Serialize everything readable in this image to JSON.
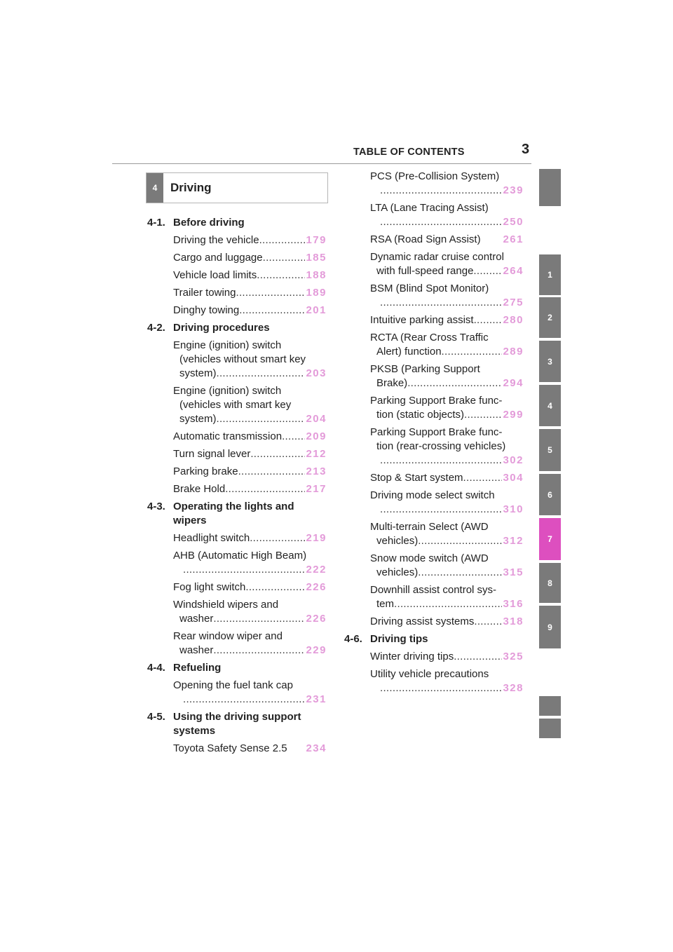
{
  "header": {
    "title": "TABLE OF CONTENTS",
    "page_number": "3"
  },
  "chapter": {
    "number": "4",
    "title": "Driving"
  },
  "column1": [
    {
      "kind": "section",
      "num": "4-1.",
      "title": "Before driving"
    },
    {
      "kind": "entry",
      "lines": [
        {
          "text": "Driving the vehicle",
          "page": "179"
        }
      ]
    },
    {
      "kind": "entry",
      "lines": [
        {
          "text": "Cargo and luggage ",
          "page": "185"
        }
      ]
    },
    {
      "kind": "entry",
      "lines": [
        {
          "text": "Vehicle load limits ",
          "page": "188"
        }
      ]
    },
    {
      "kind": "entry",
      "lines": [
        {
          "text": "Trailer towing ",
          "page": "189"
        }
      ]
    },
    {
      "kind": "entry",
      "lines": [
        {
          "text": "Dinghy towing ",
          "page": "201"
        }
      ]
    },
    {
      "kind": "section",
      "num": "4-2.",
      "title": "Driving procedures"
    },
    {
      "kind": "entry",
      "lines": [
        {
          "text": "Engine (ignition) switch"
        },
        {
          "text": "(vehicles without smart key",
          "style": "sub"
        },
        {
          "text": "system)",
          "page": "203",
          "style": "sub"
        }
      ]
    },
    {
      "kind": "entry",
      "lines": [
        {
          "text": "Engine (ignition) switch"
        },
        {
          "text": "(vehicles with smart key",
          "style": "sub"
        },
        {
          "text": "system)",
          "page": "204",
          "style": "sub"
        }
      ]
    },
    {
      "kind": "entry",
      "lines": [
        {
          "text": "Automatic transmission ",
          "page": "209"
        }
      ]
    },
    {
      "kind": "entry",
      "lines": [
        {
          "text": "Turn signal lever ",
          "page": "212"
        }
      ]
    },
    {
      "kind": "entry",
      "lines": [
        {
          "text": "Parking brake ",
          "page": "213"
        }
      ]
    },
    {
      "kind": "entry",
      "lines": [
        {
          "text": "Brake Hold ",
          "page": "217"
        }
      ]
    },
    {
      "kind": "section",
      "num": "4-3.",
      "title": "Operating the lights and wipers"
    },
    {
      "kind": "entry",
      "lines": [
        {
          "text": "Headlight switch ",
          "page": "219"
        }
      ]
    },
    {
      "kind": "entry",
      "lines": [
        {
          "text": "AHB (Automatic High Beam)"
        },
        {
          "text": "",
          "page": "222",
          "style": "deep"
        }
      ]
    },
    {
      "kind": "entry",
      "lines": [
        {
          "text": "Fog light switch ",
          "page": "226"
        }
      ]
    },
    {
      "kind": "entry",
      "lines": [
        {
          "text": "Windshield wipers and"
        },
        {
          "text": "washer",
          "page": "226",
          "style": "sub"
        }
      ]
    },
    {
      "kind": "entry",
      "lines": [
        {
          "text": "Rear window wiper and"
        },
        {
          "text": "washer",
          "page": "229",
          "style": "sub"
        }
      ]
    },
    {
      "kind": "section",
      "num": "4-4.",
      "title": "Refueling"
    },
    {
      "kind": "entry",
      "lines": [
        {
          "text": "Opening the fuel tank cap"
        },
        {
          "text": "",
          "page": "231",
          "style": "deep"
        }
      ]
    },
    {
      "kind": "section",
      "num": "4-5.",
      "title": "Using the driving support systems"
    },
    {
      "kind": "entry",
      "lines": [
        {
          "text": "Toyota Safety Sense 2.5",
          "page": "234",
          "nodots": true
        }
      ]
    }
  ],
  "column2": [
    {
      "kind": "entry",
      "lines": [
        {
          "text": "PCS (Pre-Collision System)"
        },
        {
          "text": "",
          "page": "239",
          "style": "deep"
        }
      ]
    },
    {
      "kind": "entry",
      "lines": [
        {
          "text": "LTA (Lane Tracing Assist)"
        },
        {
          "text": "",
          "page": "250",
          "style": "deep"
        }
      ]
    },
    {
      "kind": "entry",
      "lines": [
        {
          "text": "RSA (Road Sign Assist) ",
          "page": "261",
          "nodots": true
        }
      ]
    },
    {
      "kind": "entry",
      "lines": [
        {
          "text": "Dynamic radar cruise control"
        },
        {
          "text": "with full-speed range ",
          "page": "264",
          "style": "sub"
        }
      ]
    },
    {
      "kind": "entry",
      "lines": [
        {
          "text": "BSM (Blind Spot Monitor)"
        },
        {
          "text": "",
          "page": "275",
          "style": "deep"
        }
      ]
    },
    {
      "kind": "entry",
      "lines": [
        {
          "text": "Intuitive parking assist ",
          "page": "280"
        }
      ]
    },
    {
      "kind": "entry",
      "lines": [
        {
          "text": "RCTA (Rear Cross Traffic"
        },
        {
          "text": "Alert) function ",
          "page": "289",
          "style": "sub"
        }
      ]
    },
    {
      "kind": "entry",
      "lines": [
        {
          "text": "PKSB (Parking Support"
        },
        {
          "text": "Brake)",
          "page": "294",
          "style": "sub"
        }
      ]
    },
    {
      "kind": "entry",
      "lines": [
        {
          "text": "Parking Support Brake func-"
        },
        {
          "text": "tion (static objects) ",
          "page": "299",
          "style": "sub"
        }
      ]
    },
    {
      "kind": "entry",
      "lines": [
        {
          "text": "Parking Support Brake func-"
        },
        {
          "text": "tion (rear-crossing vehicles)",
          "style": "sub"
        },
        {
          "text": "",
          "page": "302",
          "style": "deep"
        }
      ]
    },
    {
      "kind": "entry",
      "lines": [
        {
          "text": "Stop & Start system",
          "page": "304"
        }
      ]
    },
    {
      "kind": "entry",
      "lines": [
        {
          "text": "Driving mode select switch"
        },
        {
          "text": "",
          "page": "310",
          "style": "deep"
        }
      ]
    },
    {
      "kind": "entry",
      "lines": [
        {
          "text": "Multi-terrain Select (AWD"
        },
        {
          "text": "vehicles) ",
          "page": "312",
          "style": "sub"
        }
      ]
    },
    {
      "kind": "entry",
      "lines": [
        {
          "text": "Snow mode switch (AWD"
        },
        {
          "text": "vehicles) ",
          "page": "315",
          "style": "sub"
        }
      ]
    },
    {
      "kind": "entry",
      "lines": [
        {
          "text": "Downhill assist control sys-"
        },
        {
          "text": "tem ",
          "page": "316",
          "style": "sub"
        }
      ]
    },
    {
      "kind": "entry",
      "lines": [
        {
          "text": "Driving assist systems ",
          "page": "318"
        }
      ]
    },
    {
      "kind": "section",
      "num": "4-6.",
      "title": "Driving tips"
    },
    {
      "kind": "entry",
      "lines": [
        {
          "text": "Winter driving tips ",
          "page": "325"
        }
      ]
    },
    {
      "kind": "entry",
      "lines": [
        {
          "text": "Utility vehicle precautions"
        },
        {
          "text": "",
          "page": "328",
          "style": "deep"
        }
      ]
    }
  ],
  "side_tabs": [
    {
      "label": "",
      "active": false
    },
    {
      "label": "1",
      "active": false
    },
    {
      "label": "2",
      "active": false
    },
    {
      "label": "3",
      "active": false
    },
    {
      "label": "4",
      "active": false
    },
    {
      "label": "5",
      "active": false
    },
    {
      "label": "6",
      "active": false
    },
    {
      "label": "7",
      "active": true
    },
    {
      "label": "8",
      "active": false
    },
    {
      "label": "9",
      "active": false
    },
    {
      "label": "",
      "active": false
    },
    {
      "label": "",
      "active": false
    }
  ],
  "colors": {
    "accent_pink": "#dd4fbf",
    "page_link": "#e39bd9",
    "tab_gray": "#7a7a7a"
  }
}
